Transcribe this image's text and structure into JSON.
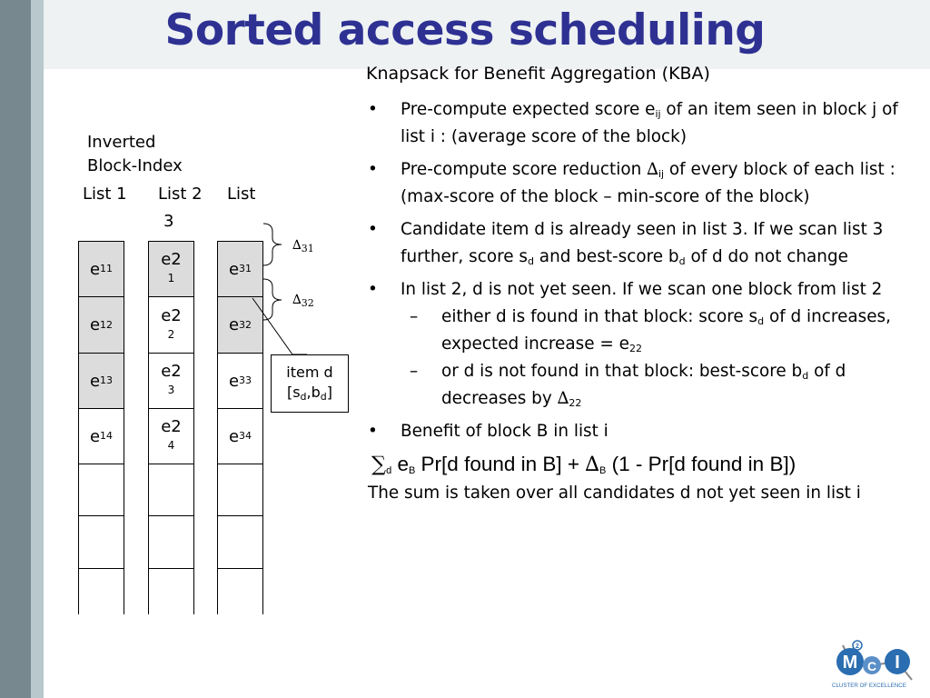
{
  "title": "Sorted access scheduling",
  "kba_title": "Knapsack for Benefit Aggregation (KBA)",
  "bullets": {
    "b1_pre": "Pre-compute expected score e",
    "b1_sub": "ij",
    "b1_post": " of an item seen in block j of list i : (average score of the block)",
    "b2_pre": "Pre-compute score reduction ",
    "b2_delta": "∆",
    "b2_sub": "ij",
    "b2_post": " of every block of each list : (max-score of the block – min-score of the block)",
    "b3_pre": "Candidate item d is already seen in list 3. If we scan list 3 further, score s",
    "b3_sub1": "d",
    "b3_mid": " and best-score b",
    "b3_sub2": "d",
    "b3_post": " of d do not change",
    "b4": "In list 2, d is not yet seen. If we scan one block from list 2",
    "s1_pre": "either d is found in that block: score s",
    "s1_sub1": "d",
    "s1_mid": " of d increases, expected increase = e",
    "s1_sub2": "22",
    "s2_pre": "or d is not found in that block: best-score b",
    "s2_sub1": "d",
    "s2_mid": " of d decreases by ",
    "s2_delta": "∆",
    "s2_sub2": "22",
    "b5": "Benefit of block B in list i",
    "bullet_symbol": "•",
    "dash_symbol": "–"
  },
  "formula": {
    "sum": "∑",
    "sub_d": "d",
    "e": " e",
    "sub_b1": "B",
    "mid": " Pr[d found in B] + ",
    "delta": "∆",
    "sub_b2": "B",
    "tail": " (1 - Pr[d found in B])"
  },
  "note": "The sum is taken over all candidates d not yet seen in list i",
  "index": {
    "label_line1": "Inverted",
    "label_line2": "Block-Index",
    "list1": "List 1",
    "list2": "List 2",
    "list3a": "List",
    "list3b": "3"
  },
  "list1": [
    {
      "base": "e",
      "sub": "11"
    },
    {
      "base": "e",
      "sub": "12"
    },
    {
      "base": "e",
      "sub": "13"
    },
    {
      "base": "e",
      "sub": "14"
    }
  ],
  "list2": [
    {
      "top": "e2",
      "bottom": "1"
    },
    {
      "top": "e2",
      "bottom": "2"
    },
    {
      "top": "e2",
      "bottom": "3"
    },
    {
      "top": "e2",
      "bottom": "4"
    }
  ],
  "list3": [
    {
      "base": "e",
      "sub": "31"
    },
    {
      "base": "e",
      "sub": "32"
    },
    {
      "base": "e",
      "sub": "33"
    },
    {
      "base": "e",
      "sub": "34"
    }
  ],
  "deltas": {
    "d31": "∆",
    "d31_sub": "31",
    "d32": "∆",
    "d32_sub": "32"
  },
  "callout": {
    "line1": "item d",
    "line2_pre": "[s",
    "line2_sub1": "d",
    "line2_mid": ",b",
    "line2_sub2": "d",
    "line2_post": "]"
  },
  "logo": {
    "text": "CLUSTER OF EXCELLENCE",
    "m": "M",
    "sup": "2",
    "c": "C",
    "i": "I"
  },
  "colors": {
    "title": "#2e3192",
    "sidebar_dark": "#77898f",
    "sidebar_light": "#b8c8cc",
    "cell_shade": "#dcdcdc",
    "logo_blue": "#2a6db0"
  }
}
